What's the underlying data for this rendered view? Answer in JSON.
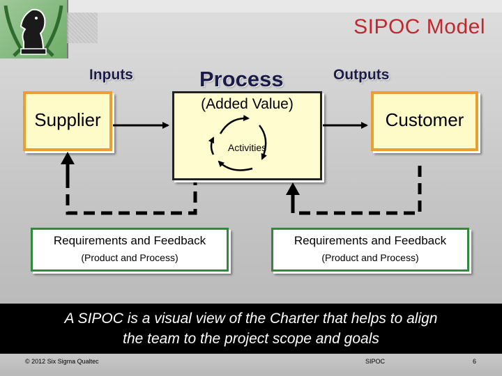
{
  "title": "SIPOC Model",
  "labels": {
    "inputs": "Inputs",
    "process": "Process",
    "added_value": "(Added Value)",
    "outputs": "Outputs",
    "activities": "Activities"
  },
  "boxes": {
    "supplier": "Supplier",
    "customer": "Customer"
  },
  "feedback": [
    {
      "main": "Requirements and Feedback",
      "sub": "(Product and Process)"
    },
    {
      "main": "Requirements and Feedback",
      "sub": "(Product and Process)"
    }
  ],
  "banner": {
    "line1": "A SIPOC is a visual view of the Charter that helps to align",
    "line2": "the team to the project scope and goals"
  },
  "footer": {
    "copyright": "© 2012 Six Sigma Qualtec",
    "section": "SIPOC",
    "page": "6"
  },
  "colors": {
    "title": "#c0282e",
    "supplier_customer_border": "#e8a030",
    "feedback_border": "#2e8b3a",
    "banner_bg": "#000000"
  }
}
